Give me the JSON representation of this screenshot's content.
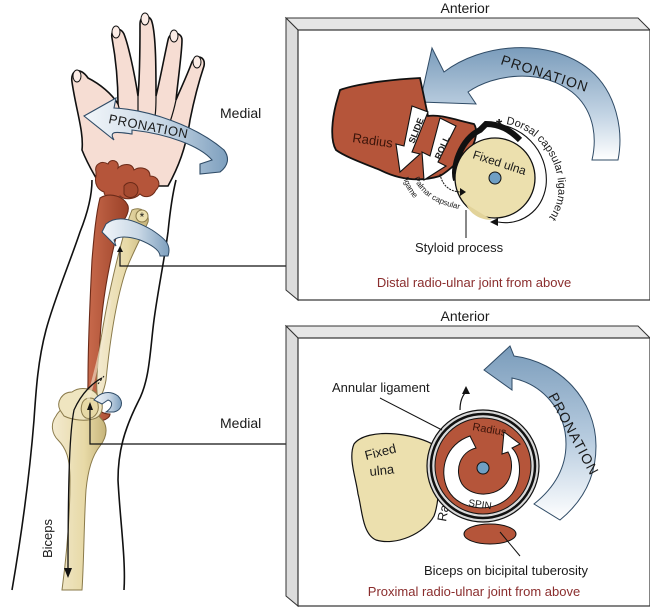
{
  "colors": {
    "skin": "#f6ddd3",
    "radius": "#b5553a",
    "radius_dark": "#8a3a22",
    "ulna": "#ece0ae",
    "ulna_dark": "#c9b97c",
    "arrow_blue": "#7a9cbb",
    "arrow_light": "#eef3f8",
    "caption": "#8a2d2d",
    "frame": "#e4e4e4",
    "axis_dot": "#6f9fc4"
  },
  "arm": {
    "medial_upper": "Medial",
    "medial_lower": "Medial",
    "pronation_hand": "PRONATION",
    "biceps": "Biceps",
    "asterisk": "*"
  },
  "distal_panel": {
    "orientation": "Anterior",
    "pronation": "PRONATION",
    "radius": "Radius",
    "slide": "SLIDE",
    "roll": "ROLL",
    "fixed_ulna": "Fixed ulna",
    "dorsal_ligament": "Dorsal capsular ligament",
    "asterisk": "*",
    "palmar_ligament_line1": "Palmar capsular",
    "palmar_ligament_line2": "ligament",
    "styloid": "Styloid process",
    "caption": "Distal radio-ulnar joint from above"
  },
  "proximal_panel": {
    "orientation": "Anterior",
    "pronation": "PRONATION",
    "annular": "Annular ligament",
    "radius": "Radius",
    "spin": "SPIN",
    "fixed_ulna_line1": "Fixed",
    "fixed_ulna_line2": "ulna",
    "radial_notch": "Radial notch",
    "biceps_tuberosity": "Biceps on bicipital tuberosity",
    "caption": "Proximal radio-ulnar joint from above"
  }
}
